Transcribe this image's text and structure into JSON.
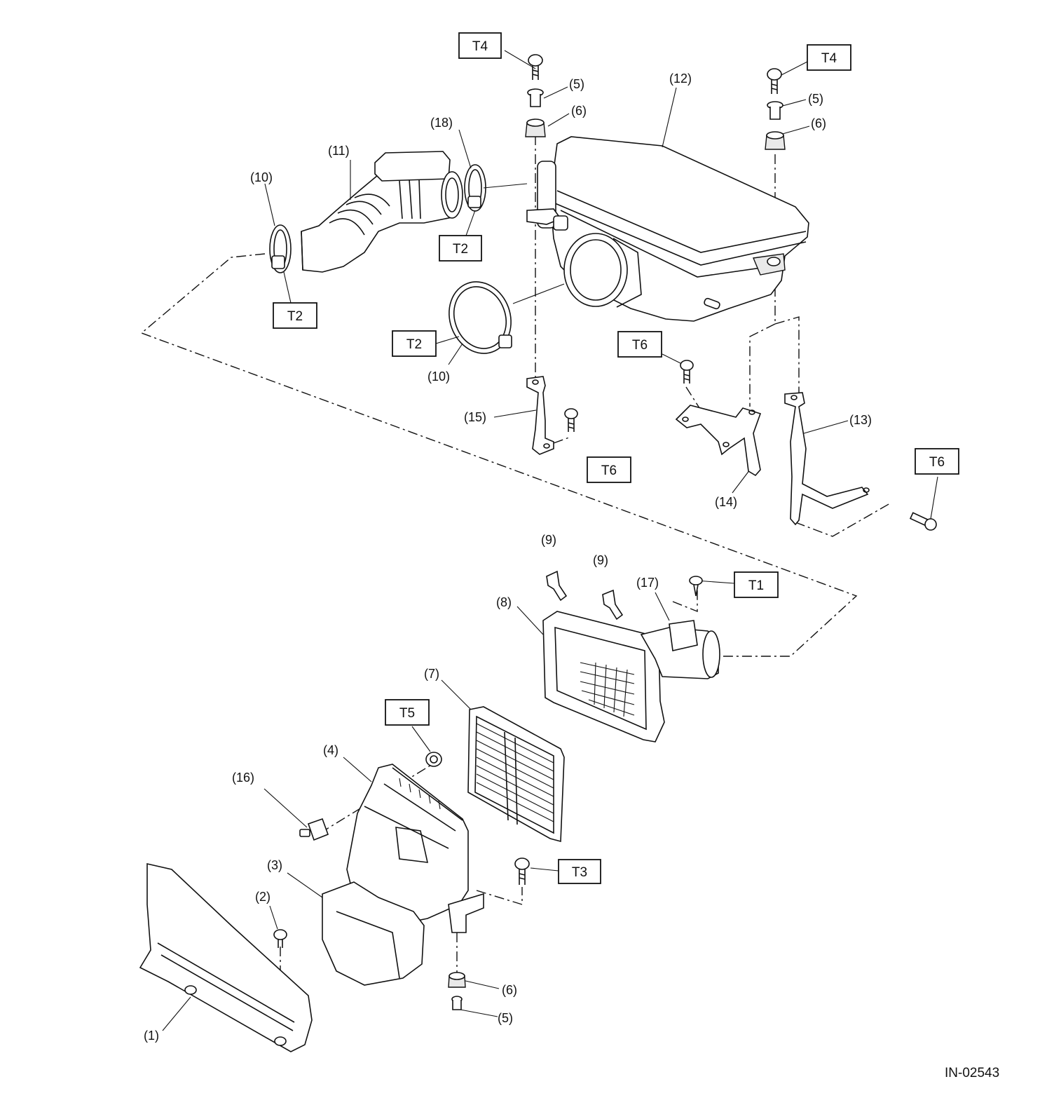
{
  "figure_id": "IN-02543",
  "callouts": {
    "p1": "(1)",
    "p2": "(2)",
    "p3": "(3)",
    "p4": "(4)",
    "p5a": "(5)",
    "p5b": "(5)",
    "p5c": "(5)",
    "p6a": "(6)",
    "p6b": "(6)",
    "p6c": "(6)",
    "p7": "(7)",
    "p8": "(8)",
    "p9a": "(9)",
    "p9b": "(9)",
    "p10a": "(10)",
    "p10b": "(10)",
    "p11": "(11)",
    "p12": "(12)",
    "p13": "(13)",
    "p14": "(14)",
    "p15": "(15)",
    "p16": "(16)",
    "p17": "(17)",
    "p18": "(18)"
  },
  "torque_tags": {
    "t4a": "T4",
    "t4b": "T4",
    "t2a": "T2",
    "t2b": "T2",
    "t2c": "T2",
    "t6a": "T6",
    "t6b": "T6",
    "t6c": "T6",
    "t1": "T1",
    "t5": "T5",
    "t3": "T3"
  }
}
